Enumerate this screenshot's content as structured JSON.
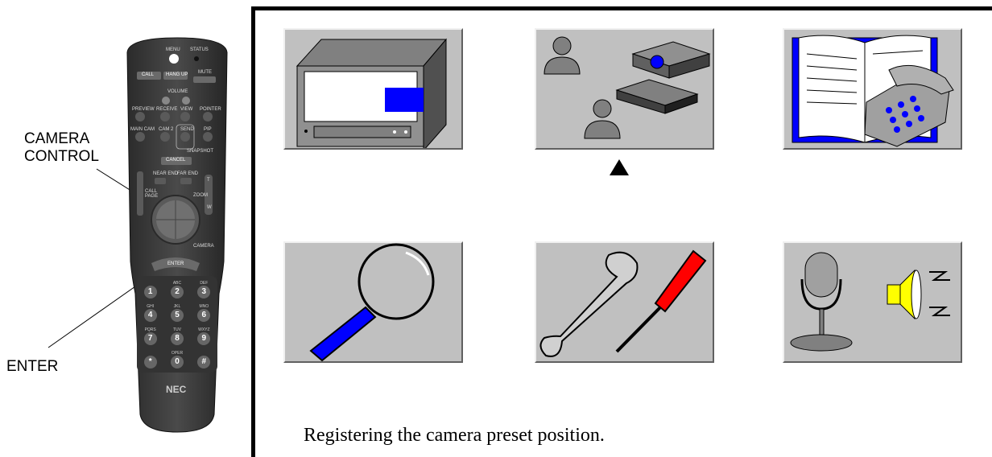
{
  "callouts": {
    "camera_control": "CAMERA\nCONTROL",
    "enter": "ENTER"
  },
  "remote": {
    "brand": "NEC",
    "top": [
      "MENU",
      "STATUS"
    ],
    "row1": [
      "CALL",
      "HANG UP",
      "MUTE"
    ],
    "volume": "VOLUME",
    "row2": [
      "PREVIEW",
      "RECEIVE",
      "VIEW",
      "POINTER"
    ],
    "row3": [
      "MAIN CAM",
      "CAM 2",
      "SEND",
      "PIP"
    ],
    "snapshot": "SNAPSHOT",
    "cancel": "CANCEL",
    "ends": [
      "NEAR END",
      "FAR END"
    ],
    "call_page": "CALL PAGE",
    "zoom": "ZOOM",
    "zoom_keys": [
      "T",
      "W"
    ],
    "camera": "CAMERA",
    "enter_key": "ENTER",
    "keypad": [
      {
        "digit": "1",
        "letters": ""
      },
      {
        "digit": "2",
        "letters": "ABC"
      },
      {
        "digit": "3",
        "letters": "DEF"
      },
      {
        "digit": "4",
        "letters": "GHI"
      },
      {
        "digit": "5",
        "letters": "JKL"
      },
      {
        "digit": "6",
        "letters": "MNO"
      },
      {
        "digit": "7",
        "letters": "PQRS"
      },
      {
        "digit": "8",
        "letters": "TUV"
      },
      {
        "digit": "9",
        "letters": "WXYZ"
      },
      {
        "digit": "*",
        "letters": ""
      },
      {
        "digit": "0",
        "letters": "OPER"
      },
      {
        "digit": "#",
        "letters": ""
      }
    ]
  },
  "menu": {
    "selected_index": 1,
    "status_text": "Registering the camera preset position.",
    "colors": {
      "tile_bg": "#c0c0c0",
      "accent_blue": "#0000ff",
      "accent_red": "#ff0000"
    },
    "tiles": [
      {
        "icon": "monitor-icon"
      },
      {
        "icon": "camera-users-icon"
      },
      {
        "icon": "phonebook-icon"
      },
      {
        "icon": "magnifier-icon"
      },
      {
        "icon": "tools-icon"
      },
      {
        "icon": "audio-icon"
      }
    ]
  }
}
